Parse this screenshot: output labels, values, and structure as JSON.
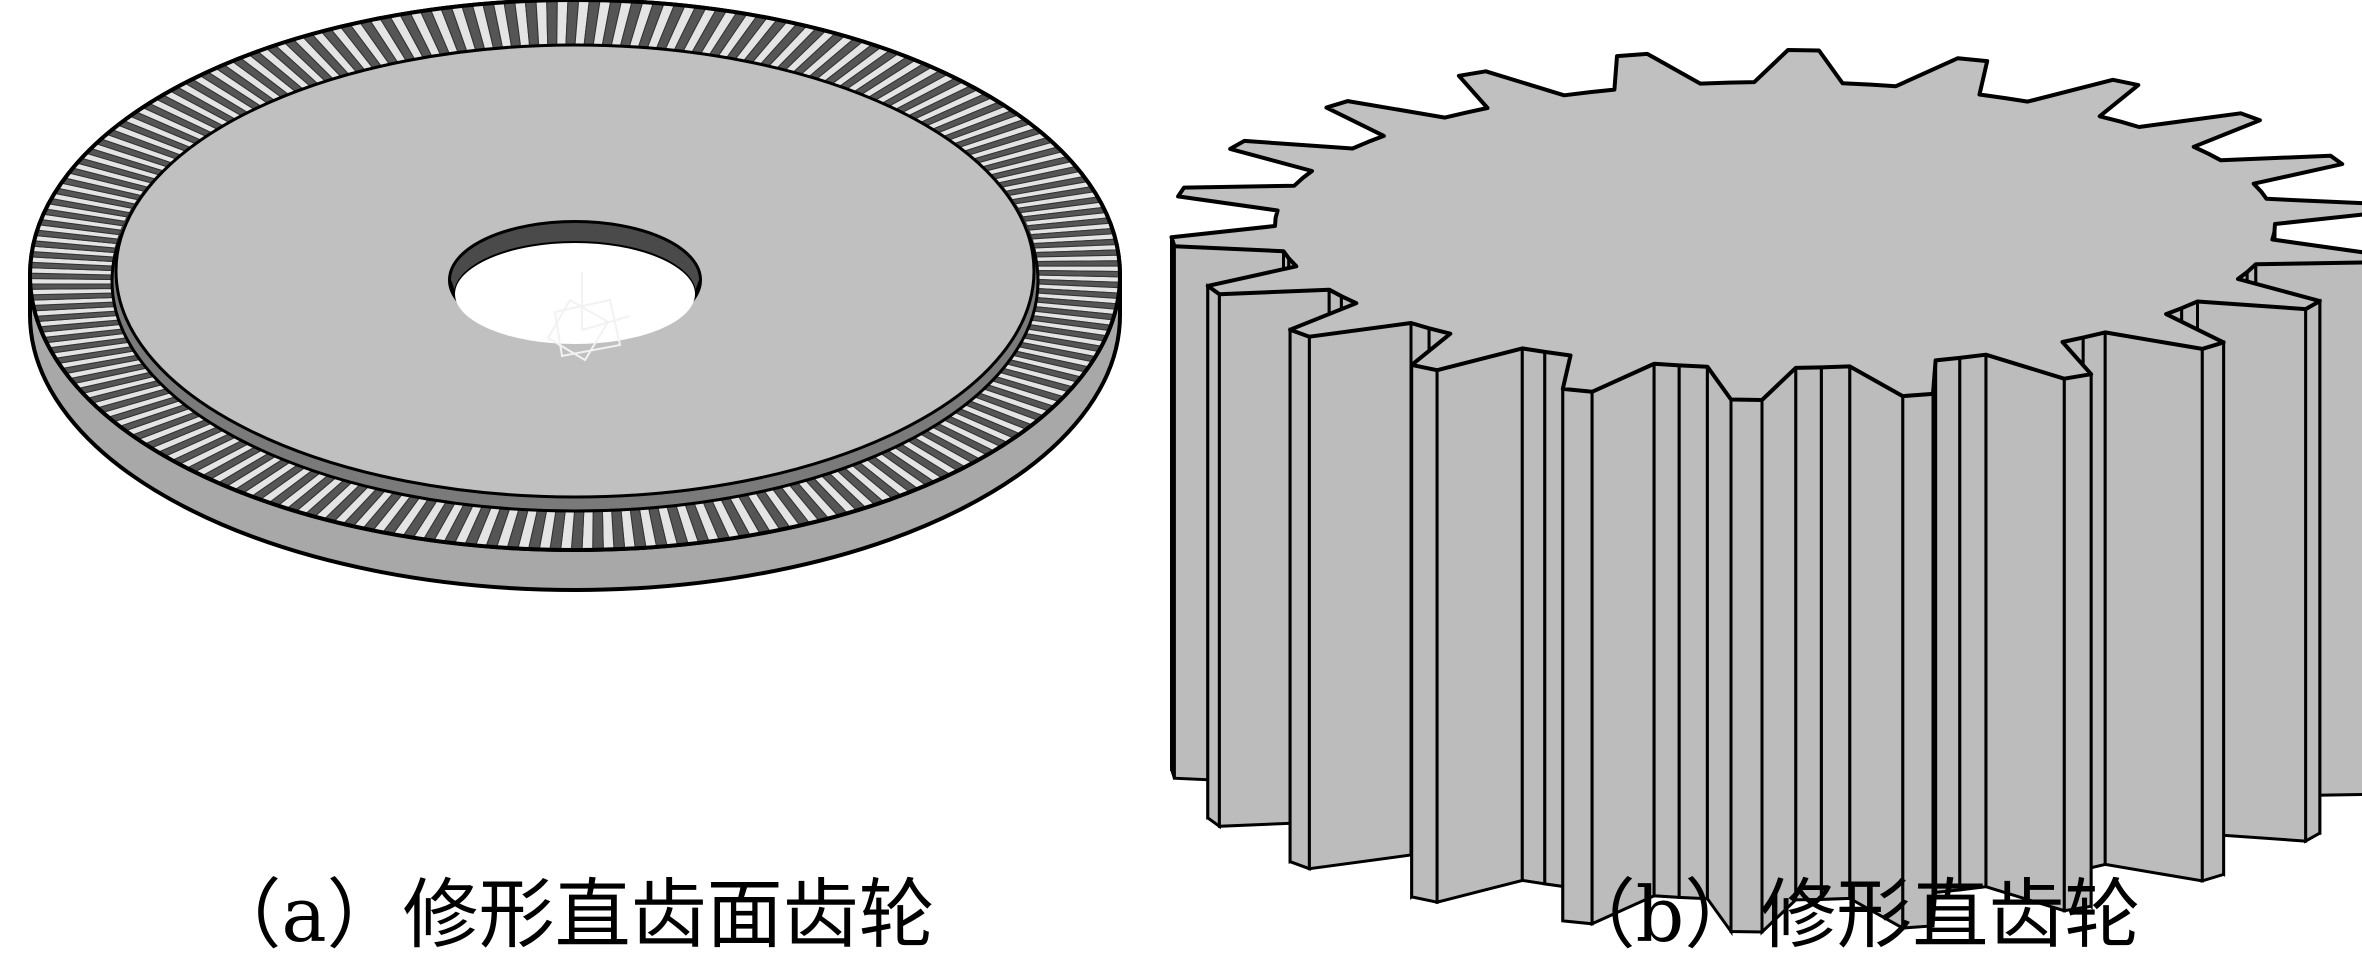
{
  "figure": {
    "panels": [
      {
        "id": "a",
        "caption": "（a）修形直齿面齿轮",
        "tooth_count": 160
      },
      {
        "id": "b",
        "caption": "（b）修形直齿轮",
        "tooth_count": 22
      }
    ],
    "colors": {
      "background": "#ffffff",
      "face_light": "#c0c0c0",
      "face_mid": "#a8a8a8",
      "face_dark": "#6e6e6e",
      "tooth_light": "#e4e4e4",
      "tooth_dark": "#555555",
      "outline": "#000000"
    }
  }
}
